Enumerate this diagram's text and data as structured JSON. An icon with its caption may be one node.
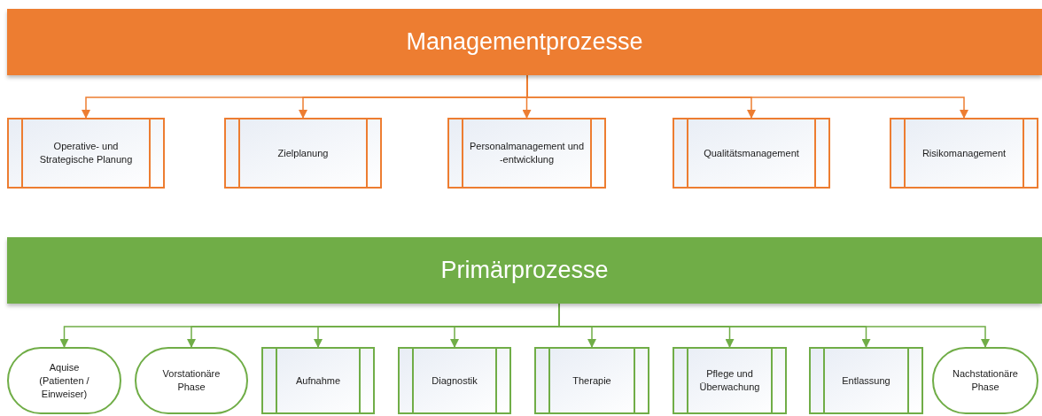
{
  "diagram": {
    "nodes": [
      {
        "text": [
          "Managementprozesse"
        ]
      },
      {
        "text": [
          "Operative- und Strategische Planung"
        ]
      },
      {
        "text": [
          "Zielplanung"
        ]
      },
      {
        "text": [
          "Personalmanagement und -entwicklung"
        ]
      },
      {
        "text": [
          "Qualitätsmanagement"
        ]
      },
      {
        "text": [
          "Risikomanagement"
        ]
      },
      {
        "text": [
          "Primärprozesse"
        ]
      },
      {
        "text": [
          "Aquise (Patienten / Einweiser)"
        ]
      },
      {
        "text": [
          "Vorstationäre Phase"
        ]
      },
      {
        "text": [
          "Aufnahme"
        ]
      },
      {
        "text": [
          "Diagnostik"
        ]
      },
      {
        "text": [
          "Therapie"
        ]
      },
      {
        "text": [
          "Pflege und Überwachung"
        ]
      },
      {
        "text": [
          "Entlassung"
        ]
      },
      {
        "text": [
          "Nachstationäre Phase"
        ]
      }
    ],
    "edges": [
      {
        "from": 0,
        "to": 1,
        "arrow": "to",
        "color": "#ed7d31"
      },
      {
        "from": 0,
        "to": 2,
        "arrow": "to",
        "color": "#ed7d31"
      },
      {
        "from": 0,
        "to": 3,
        "arrow": "to",
        "color": "#ed7d31"
      },
      {
        "from": 0,
        "to": 4,
        "arrow": "to",
        "color": "#ed7d31"
      },
      {
        "from": 0,
        "to": 5,
        "arrow": "to",
        "color": "#ed7d31"
      },
      {
        "from": 6,
        "to": 7,
        "arrow": "to"
      },
      {
        "from": 6,
        "to": 8,
        "arrow": "to"
      },
      {
        "from": 6,
        "to": 9,
        "arrow": "to"
      },
      {
        "from": 6,
        "to": 10,
        "arrow": "to"
      },
      {
        "from": 6,
        "to": 11,
        "arrow": "to"
      },
      {
        "from": 6,
        "to": 12,
        "arrow": "to"
      },
      {
        "from": 6,
        "to": 13,
        "arrow": "to"
      },
      {
        "from": 6,
        "to": 14,
        "arrow": "to"
      }
    ]
  }
}
